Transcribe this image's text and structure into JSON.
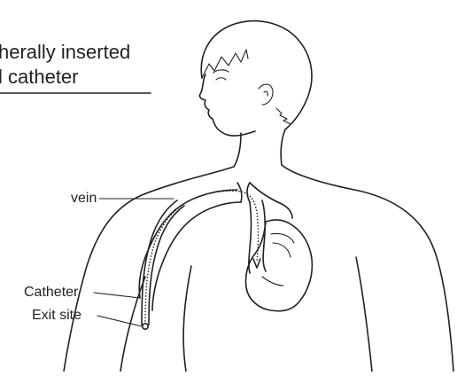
{
  "title": {
    "line1": "herally inserted",
    "line2": "l catheter"
  },
  "labels": {
    "vein": "vein",
    "catheter": "Catheter",
    "exit_site": "Exit site"
  },
  "colors": {
    "ink": "#231f20",
    "background": "#ffffff"
  }
}
